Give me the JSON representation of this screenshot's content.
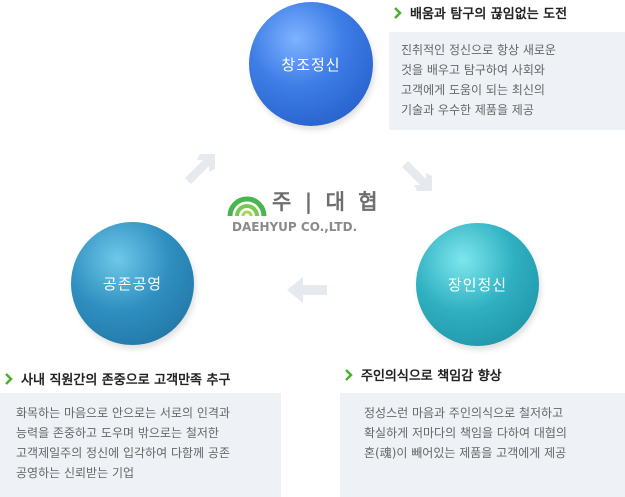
{
  "circles": {
    "creative": "창조정신",
    "master": "장인정신",
    "coexist": "공존공영"
  },
  "sections": {
    "creative": {
      "heading": "배움과 탐구의 끊임없는 도전",
      "lines": [
        "진취적인 정신으로 항상 새로운",
        "것을 배우고 탐구하여 사회와",
        "고객에게 도움이 되는 최신의",
        "기술과 우수한 제품을 제공"
      ]
    },
    "coexist": {
      "heading": "사내 직원간의 존중으로 고객만족 추구",
      "lines": [
        "화목하는 마음으로 안으로는 서로의 인격과",
        "능력을 존중하고 도우며 밖으로는 철저한",
        "고객제일주의 정신에 입각하여 다함께 공존",
        "공영하는 신뢰받는 기업"
      ]
    },
    "master": {
      "heading": "주인의식으로 책임감 향상",
      "lines": [
        "정성스런 마음과 주인의식으로 철저하고",
        "확실하게 저마다의 책임을 다하여 대협의",
        "혼(魂)이 빼어있는 제품을 고객에게 제공"
      ]
    }
  },
  "logo": {
    "korean": "주 | 대 협",
    "english": "DAEHYUP CO.,LTD."
  },
  "colors": {
    "creative": "#2f6fd8",
    "master": "#2fb0c1",
    "coexist": "#2f8fc0",
    "logo_green": "#3fb24a",
    "box_bg": "#eef1f5"
  }
}
